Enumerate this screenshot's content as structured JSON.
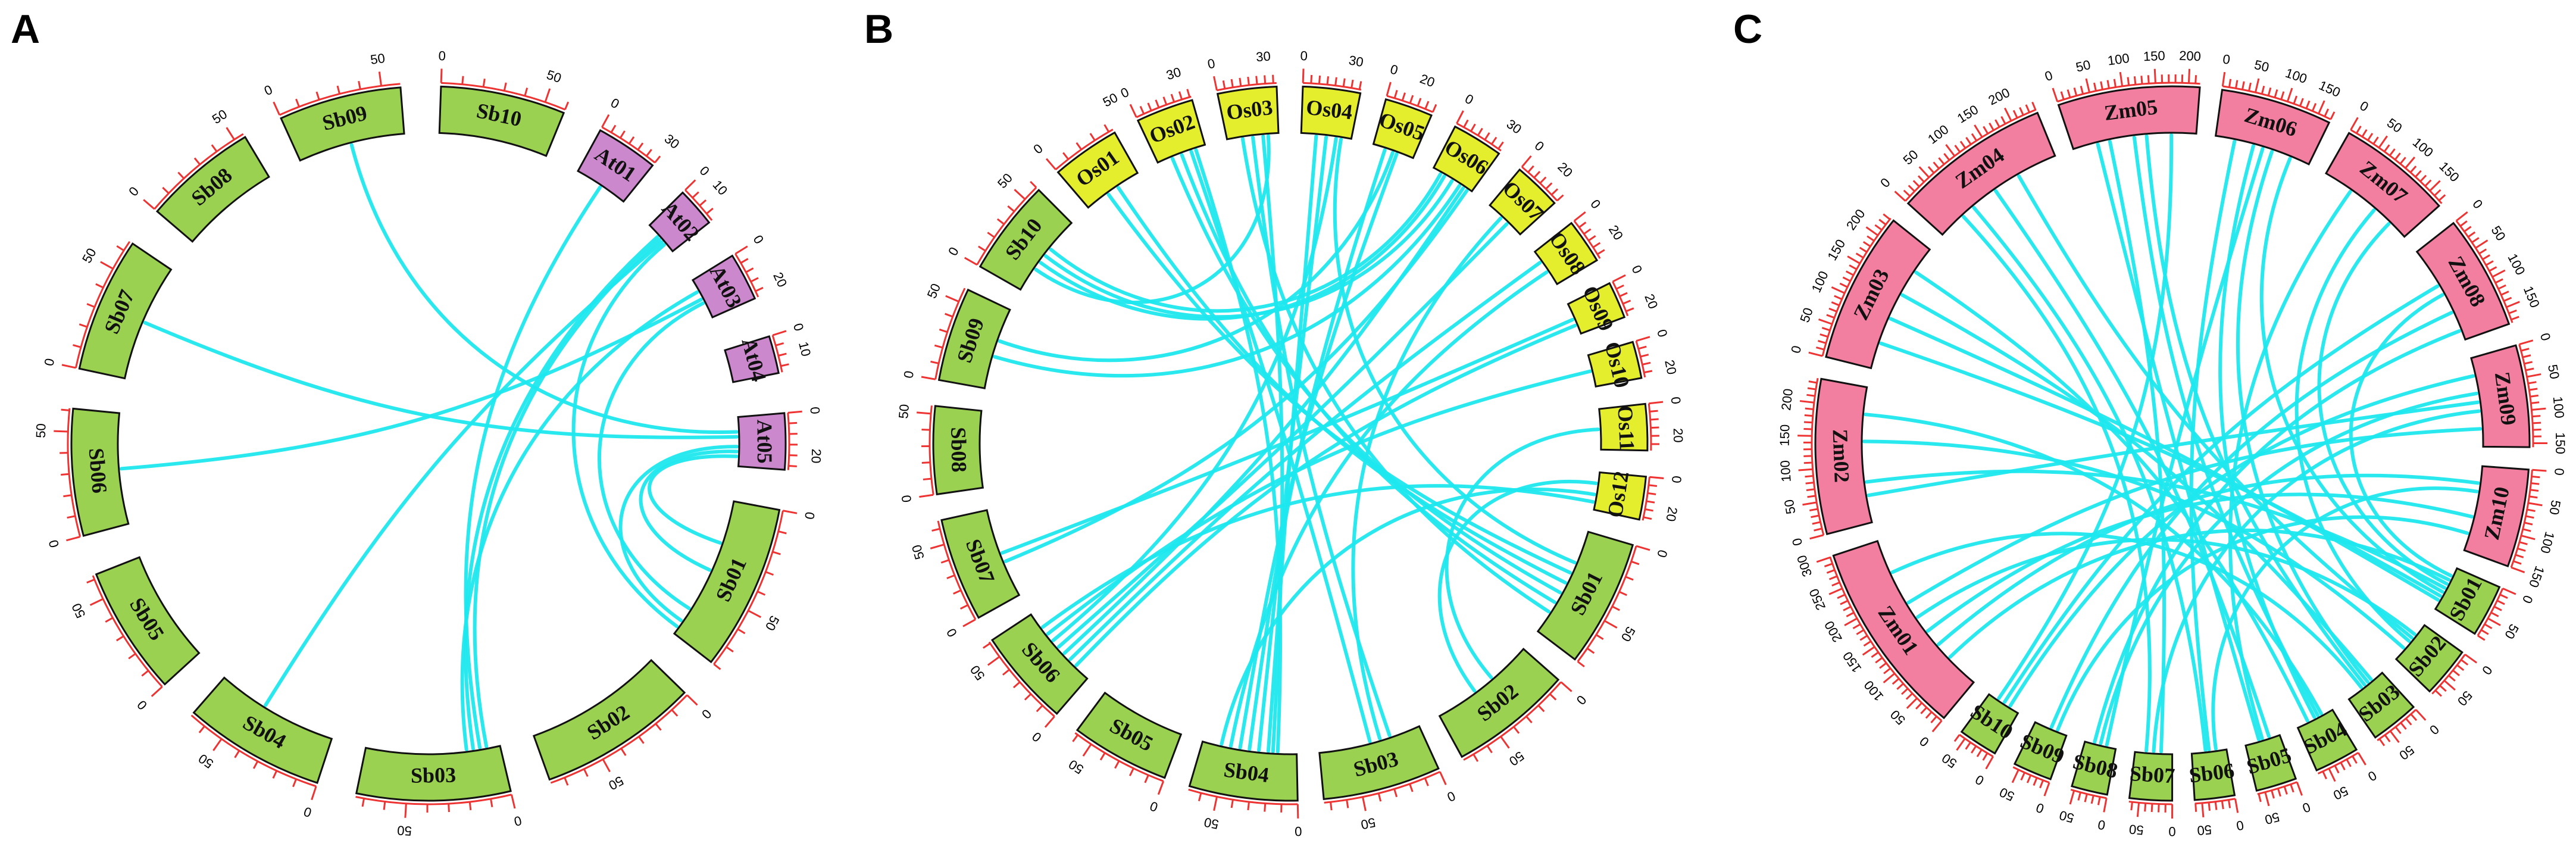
{
  "colors": {
    "link": "#1ee8ee",
    "sb": "#9bd150",
    "at": "#cc88cc",
    "os": "#e4ee2c",
    "zm": "#f27ea0",
    "tick": "#e33333",
    "outline": "#111111"
  },
  "panels": [
    {
      "letter": "A",
      "chromosomes": [
        {
          "id": "Sb10",
          "size": 60,
          "group": "sb",
          "ticks": [
            "0",
            "50"
          ]
        },
        {
          "id": "At01",
          "size": 30,
          "group": "at",
          "ticks": [
            "0",
            "30"
          ]
        },
        {
          "id": "At02",
          "size": 19,
          "group": "at",
          "ticks": [
            "0",
            "10"
          ]
        },
        {
          "id": "At03",
          "size": 23,
          "group": "at",
          "ticks": [
            "0",
            "20"
          ]
        },
        {
          "id": "At04",
          "size": 18,
          "group": "at",
          "ticks": [
            "0",
            "10"
          ]
        },
        {
          "id": "At05",
          "size": 27,
          "group": "at",
          "ticks": [
            "0",
            "20"
          ]
        },
        {
          "id": "Sb01",
          "size": 80,
          "group": "sb",
          "ticks": [
            "0",
            "50"
          ]
        },
        {
          "id": "Sb02",
          "size": 77,
          "group": "sb",
          "ticks": [
            "0",
            "50"
          ]
        },
        {
          "id": "Sb03",
          "size": 74,
          "group": "sb",
          "ticks": [
            "0",
            "50"
          ]
        },
        {
          "id": "Sb04",
          "size": 68,
          "group": "sb",
          "ticks": [
            "0",
            "50"
          ]
        },
        {
          "id": "Sb05",
          "size": 62,
          "group": "sb",
          "ticks": [
            "0",
            "50"
          ]
        },
        {
          "id": "Sb06",
          "size": 61,
          "group": "sb",
          "ticks": [
            "0",
            "50"
          ]
        },
        {
          "id": "Sb07",
          "size": 65,
          "group": "sb",
          "ticks": [
            "0",
            "50"
          ]
        },
        {
          "id": "Sb08",
          "size": 55,
          "group": "sb",
          "ticks": [
            "0",
            "50"
          ]
        },
        {
          "id": "Sb09",
          "size": 59,
          "group": "sb",
          "ticks": [
            "0",
            "50"
          ]
        }
      ],
      "links": [
        [
          "Sb09",
          0.5,
          "At05",
          0.3
        ],
        [
          "At01",
          0.5,
          "Sb03",
          0.15
        ],
        [
          "At02",
          0.4,
          "Sb03",
          0.2
        ],
        [
          "At02",
          0.6,
          "Sb04",
          0.6
        ],
        [
          "At02",
          0.5,
          "Sb03",
          0.1
        ],
        [
          "At03",
          0.5,
          "Sb06",
          0.5
        ],
        [
          "At03",
          0.3,
          "Sb03",
          0.25
        ],
        [
          "At03",
          0.6,
          "Sb01",
          0.8
        ],
        [
          "At05",
          0.4,
          "Sb07",
          0.5
        ],
        [
          "At05",
          0.6,
          "Sb01",
          0.9
        ],
        [
          "At05",
          0.7,
          "Sb01",
          0.5
        ],
        [
          "At05",
          0.8,
          "Sb01",
          0.3
        ],
        [
          "At02",
          0.7,
          "Sb01",
          0.95
        ]
      ]
    },
    {
      "letter": "B",
      "chromosomes": [
        {
          "id": "Os04",
          "size": 36,
          "group": "os",
          "ticks": [
            "0",
            "30"
          ]
        },
        {
          "id": "Os05",
          "size": 30,
          "group": "os",
          "ticks": [
            "0",
            "20"
          ]
        },
        {
          "id": "Os06",
          "size": 32,
          "group": "os",
          "ticks": [
            "0",
            "30"
          ]
        },
        {
          "id": "Os07",
          "size": 30,
          "group": "os",
          "ticks": [
            "0",
            "20"
          ]
        },
        {
          "id": "Os08",
          "size": 28,
          "group": "os",
          "ticks": [
            "0",
            "20"
          ]
        },
        {
          "id": "Os09",
          "size": 23,
          "group": "os",
          "ticks": [
            "0",
            "20"
          ]
        },
        {
          "id": "Os10",
          "size": 23,
          "group": "os",
          "ticks": [
            "0",
            "20"
          ]
        },
        {
          "id": "Os11",
          "size": 29,
          "group": "os",
          "ticks": [
            "0",
            "20"
          ]
        },
        {
          "id": "Os12",
          "size": 27,
          "group": "os",
          "ticks": [
            "0",
            "20"
          ]
        },
        {
          "id": "Sb01",
          "size": 80,
          "group": "sb",
          "ticks": [
            "0",
            "50"
          ]
        },
        {
          "id": "Sb02",
          "size": 77,
          "group": "sb",
          "ticks": [
            "0",
            "50"
          ]
        },
        {
          "id": "Sb03",
          "size": 74,
          "group": "sb",
          "ticks": [
            "0",
            "50"
          ]
        },
        {
          "id": "Sb04",
          "size": 68,
          "group": "sb",
          "ticks": [
            "0",
            "50"
          ]
        },
        {
          "id": "Sb05",
          "size": 62,
          "group": "sb",
          "ticks": [
            "0",
            "50"
          ]
        },
        {
          "id": "Sb06",
          "size": 61,
          "group": "sb",
          "ticks": [
            "0",
            "50"
          ]
        },
        {
          "id": "Sb07",
          "size": 65,
          "group": "sb",
          "ticks": [
            "0",
            "50"
          ]
        },
        {
          "id": "Sb08",
          "size": 55,
          "group": "sb",
          "ticks": [
            "0",
            "50"
          ]
        },
        {
          "id": "Sb09",
          "size": 59,
          "group": "sb",
          "ticks": [
            "0",
            "50"
          ]
        },
        {
          "id": "Sb10",
          "size": 60,
          "group": "sb",
          "ticks": [
            "0",
            "50"
          ]
        },
        {
          "id": "Os01",
          "size": 43,
          "group": "os",
          "ticks": [
            "0",
            "50"
          ]
        },
        {
          "id": "Os02",
          "size": 36,
          "group": "os",
          "ticks": [
            "0",
            "30"
          ]
        },
        {
          "id": "Os03",
          "size": 37,
          "group": "os",
          "ticks": [
            "0",
            "30"
          ]
        }
      ],
      "links": [
        [
          "Os04",
          0.3,
          "Sb04",
          0.3
        ],
        [
          "Os04",
          0.5,
          "Sb04",
          0.4
        ],
        [
          "Os04",
          0.7,
          "Sb06",
          0.6
        ],
        [
          "Os05",
          0.3,
          "Sb04",
          0.5
        ],
        [
          "Os05",
          0.6,
          "Sb04",
          0.6
        ],
        [
          "Os06",
          0.3,
          "Sb10",
          0.4
        ],
        [
          "Os06",
          0.5,
          "Sb10",
          0.5
        ],
        [
          "Os06",
          0.7,
          "Sb09",
          0.4
        ],
        [
          "Os06",
          0.8,
          "Sb06",
          0.4
        ],
        [
          "Os07",
          0.4,
          "Sb03",
          0.4
        ],
        [
          "Os07",
          0.6,
          "Sb06",
          0.5
        ],
        [
          "Os08",
          0.3,
          "Sb06",
          0.3
        ],
        [
          "Os08",
          0.6,
          "Sb04",
          0.7
        ],
        [
          "Os09",
          0.5,
          "Sb07",
          0.5
        ],
        [
          "Os10",
          0.5,
          "Sb06",
          0.7
        ],
        [
          "Os11",
          0.5,
          "Sb02",
          0.4
        ],
        [
          "Os12",
          0.3,
          "Sb02",
          0.6
        ],
        [
          "Os12",
          0.6,
          "Sb04",
          0.8
        ],
        [
          "Os12",
          0.8,
          "Sb06",
          0.8
        ],
        [
          "Os01",
          0.4,
          "Sb01",
          0.4
        ],
        [
          "Os01",
          0.6,
          "Sb01",
          0.5
        ],
        [
          "Os02",
          0.3,
          "Sb01",
          0.6
        ],
        [
          "Os02",
          0.5,
          "Sb01",
          0.7
        ],
        [
          "Os02",
          0.7,
          "Sb03",
          0.5
        ],
        [
          "Os02",
          0.8,
          "Sb04",
          0.2
        ],
        [
          "Os03",
          0.3,
          "Sb01",
          0.8
        ],
        [
          "Os03",
          0.5,
          "Sb03",
          0.3
        ],
        [
          "Os03",
          0.7,
          "Sb04",
          0.25
        ],
        [
          "Sb10",
          0.6,
          "Os06",
          0.2
        ],
        [
          "Sb09",
          0.6,
          "Os05",
          0.5
        ],
        [
          "Sb10",
          0.3,
          "Os03",
          0.8
        ],
        [
          "Sb07",
          0.4,
          "Os06",
          0.9
        ],
        [
          "Sb06",
          0.2,
          "Os09",
          0.7
        ],
        [
          "Sb01",
          0.3,
          "Os04",
          0.8
        ]
      ]
    },
    {
      "letter": "C",
      "chromosomes": [
        {
          "id": "Zm06",
          "size": 170,
          "group": "zm",
          "ticks": [
            "0",
            "50",
            "100",
            "150"
          ]
        },
        {
          "id": "Zm07",
          "size": 176,
          "group": "zm",
          "ticks": [
            "0",
            "50",
            "100",
            "150"
          ]
        },
        {
          "id": "Zm08",
          "size": 175,
          "group": "zm",
          "ticks": [
            "0",
            "50",
            "100",
            "150"
          ]
        },
        {
          "id": "Zm09",
          "size": 156,
          "group": "zm",
          "ticks": [
            "0",
            "50",
            "100",
            "150"
          ]
        },
        {
          "id": "Zm10",
          "size": 150,
          "group": "zm",
          "ticks": [
            "0",
            "50",
            "100",
            "150"
          ]
        },
        {
          "id": "Sb01",
          "size": 80,
          "group": "sb",
          "ticks": [
            "0",
            "50"
          ]
        },
        {
          "id": "Sb02",
          "size": 77,
          "group": "sb",
          "ticks": [
            "0",
            "50"
          ]
        },
        {
          "id": "Sb03",
          "size": 74,
          "group": "sb",
          "ticks": [
            "0",
            "50"
          ]
        },
        {
          "id": "Sb04",
          "size": 68,
          "group": "sb",
          "ticks": [
            "0",
            "50"
          ]
        },
        {
          "id": "Sb05",
          "size": 62,
          "group": "sb",
          "ticks": [
            "0",
            "50"
          ]
        },
        {
          "id": "Sb06",
          "size": 61,
          "group": "sb",
          "ticks": [
            "0",
            "50"
          ]
        },
        {
          "id": "Sb07",
          "size": 65,
          "group": "sb",
          "ticks": [
            "0",
            "50"
          ]
        },
        {
          "id": "Sb08",
          "size": 55,
          "group": "sb",
          "ticks": [
            "0",
            "50"
          ]
        },
        {
          "id": "Sb09",
          "size": 59,
          "group": "sb",
          "ticks": [
            "0",
            "50"
          ]
        },
        {
          "id": "Sb10",
          "size": 60,
          "group": "sb",
          "ticks": [
            "0",
            "50"
          ]
        },
        {
          "id": "Zm01",
          "size": 301,
          "group": "zm",
          "ticks": [
            "0",
            "50",
            "100",
            "150",
            "200",
            "250",
            "300"
          ]
        },
        {
          "id": "Zm02",
          "size": 237,
          "group": "zm",
          "ticks": [
            "0",
            "50",
            "100",
            "150",
            "200"
          ]
        },
        {
          "id": "Zm03",
          "size": 232,
          "group": "zm",
          "ticks": [
            "0",
            "50",
            "100",
            "150",
            "200"
          ]
        },
        {
          "id": "Zm04",
          "size": 241,
          "group": "zm",
          "ticks": [
            "0",
            "50",
            "100",
            "150",
            "200"
          ]
        },
        {
          "id": "Zm05",
          "size": 217,
          "group": "zm",
          "ticks": [
            "0",
            "50",
            "100",
            "150",
            "200"
          ]
        }
      ],
      "links": [
        [
          "Zm06",
          0.2,
          "Sb06",
          0.5
        ],
        [
          "Zm06",
          0.4,
          "Sb04",
          0.5
        ],
        [
          "Zm06",
          0.6,
          "Sb03",
          0.4
        ],
        [
          "Zm06",
          0.8,
          "Sb01",
          0.6
        ],
        [
          "Zm07",
          0.3,
          "Sb05",
          0.5
        ],
        [
          "Zm07",
          0.6,
          "Sb02",
          0.5
        ],
        [
          "Zm08",
          0.4,
          "Sb10",
          0.5
        ],
        [
          "Zm08",
          0.7,
          "Sb09",
          0.5
        ],
        [
          "Zm09",
          0.2,
          "Sb10",
          0.3
        ],
        [
          "Zm09",
          0.4,
          "Sb08",
          0.5
        ],
        [
          "Zm09",
          0.6,
          "Sb07",
          0.5
        ],
        [
          "Zm09",
          0.8,
          "Zm01",
          0.6
        ],
        [
          "Zm10",
          0.3,
          "Sb06",
          0.3
        ],
        [
          "Zm10",
          0.6,
          "Zm01",
          0.4
        ],
        [
          "Zm10",
          0.8,
          "Sb09",
          0.3
        ],
        [
          "Zm01",
          0.2,
          "Sb01",
          0.3
        ],
        [
          "Zm01",
          0.5,
          "Sb02",
          0.3
        ],
        [
          "Zm01",
          0.8,
          "Sb03",
          0.6
        ],
        [
          "Zm02",
          0.3,
          "Sb01",
          0.5
        ],
        [
          "Zm02",
          0.6,
          "Sb02",
          0.7
        ],
        [
          "Zm02",
          0.8,
          "Sb04",
          0.3
        ],
        [
          "Zm03",
          0.2,
          "Sb01",
          0.7
        ],
        [
          "Zm03",
          0.4,
          "Sb01",
          0.8
        ],
        [
          "Zm03",
          0.6,
          "Sb03",
          0.3
        ],
        [
          "Zm03",
          0.8,
          "Sb04",
          0.7
        ],
        [
          "Zm04",
          0.3,
          "Sb06",
          0.6
        ],
        [
          "Zm04",
          0.5,
          "Sb05",
          0.3
        ],
        [
          "Zm04",
          0.7,
          "Sb02",
          0.4
        ],
        [
          "Zm05",
          0.3,
          "Sb07",
          0.3
        ],
        [
          "Zm05",
          0.5,
          "Sb04",
          0.4
        ],
        [
          "Zm05",
          0.6,
          "Sb03",
          0.5
        ],
        [
          "Zm05",
          0.8,
          "Sb10",
          0.7
        ],
        [
          "Zm06",
          0.5,
          "Sb08",
          0.3
        ],
        [
          "Zm07",
          0.8,
          "Sb01",
          0.4
        ],
        [
          "Zm08",
          0.5,
          "Sb01",
          0.2
        ],
        [
          "Zm08",
          0.9,
          "Sb08",
          0.7
        ],
        [
          "Zm05",
          0.2,
          "Sb05",
          0.6
        ],
        [
          "Zm04",
          0.2,
          "Sb07",
          0.7
        ],
        [
          "Zm02",
          0.2,
          "Zm09",
          0.5
        ],
        [
          "Zm01",
          0.3,
          "Zm10",
          0.2
        ]
      ]
    }
  ]
}
